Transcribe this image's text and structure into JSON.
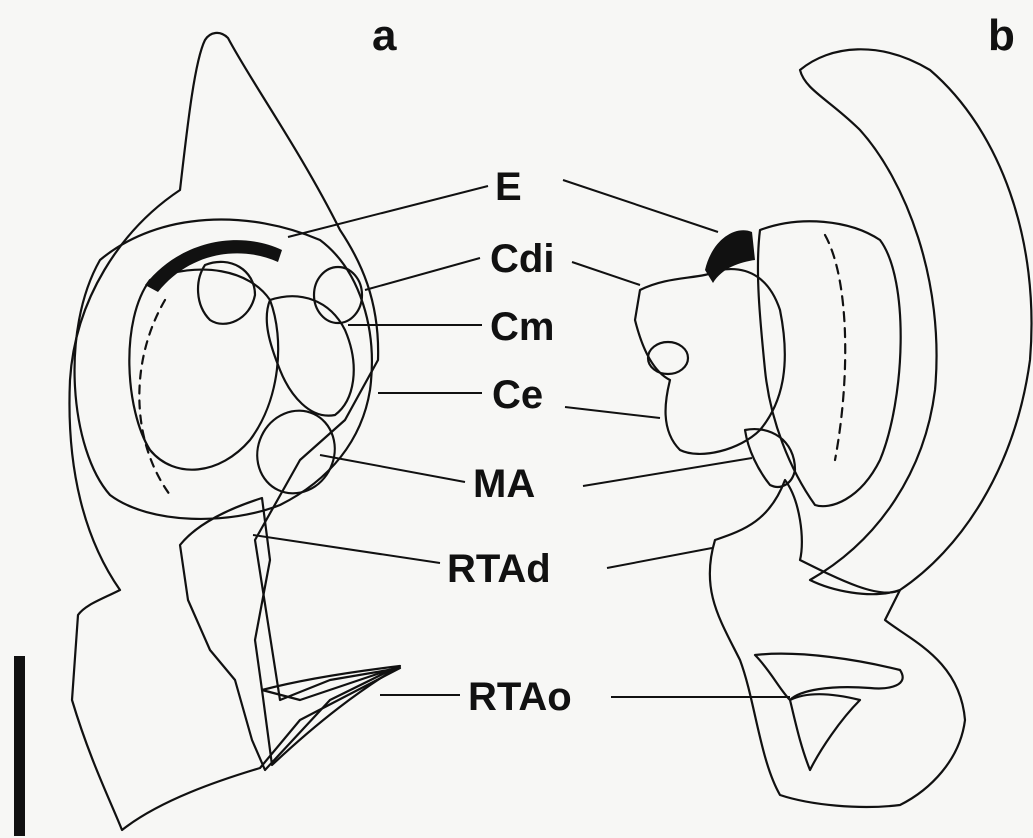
{
  "figure": {
    "panels": [
      {
        "letter": "a"
      },
      {
        "letter": "b"
      }
    ],
    "labels": {
      "E": "E",
      "Cdi": "Cdi",
      "Cm": "Cm",
      "Ce": "Ce",
      "MA": "MA",
      "RTAd": "RTAd",
      "RTAo": "RTAo"
    }
  },
  "colors": {
    "background": "#f7f7f5",
    "ink": "#111111"
  }
}
